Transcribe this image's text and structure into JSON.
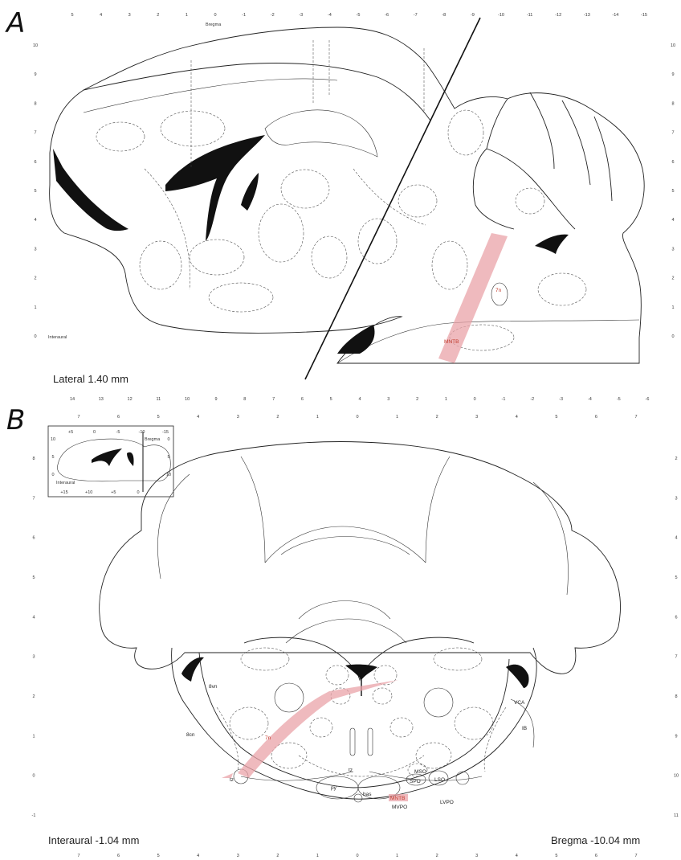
{
  "panel_a": {
    "letter": "A",
    "bregma_label": "Bregma",
    "interaural_label": "Interaural",
    "caption": "Lateral 1.40 mm",
    "top_ticks": [
      "5",
      "4",
      "3",
      "2",
      "1",
      "0",
      "-1",
      "-2",
      "-3",
      "-4",
      "-5",
      "-6",
      "-7",
      "-8",
      "-9",
      "-10",
      "-11",
      "-12",
      "-13",
      "-14",
      "-15"
    ],
    "bottom_ticks": [
      "14",
      "13",
      "12",
      "11",
      "10",
      "9",
      "8",
      "7",
      "6",
      "5",
      "4",
      "3",
      "2",
      "1",
      "0",
      "-1",
      "-2",
      "-3",
      "-4",
      "-5",
      "-6"
    ],
    "left_ticks": [
      "10",
      "9",
      "8",
      "7",
      "6",
      "5",
      "4",
      "3",
      "2",
      "1",
      "0"
    ],
    "right_ticks": [
      "10",
      "9",
      "8",
      "7",
      "6",
      "5",
      "4",
      "3",
      "2",
      "1",
      "0"
    ],
    "labels": {
      "n7": "7n",
      "mntb": "MNTB"
    }
  },
  "panel_b": {
    "letter": "B",
    "caption_left": "Interaural -1.04 mm",
    "caption_right": "Bregma -10.04 mm",
    "top_ticks": [
      "7",
      "6",
      "5",
      "4",
      "3",
      "2",
      "1",
      "0",
      "1",
      "2",
      "3",
      "4",
      "5",
      "6",
      "7"
    ],
    "bottom_ticks": [
      "7",
      "6",
      "5",
      "4",
      "3",
      "2",
      "1",
      "0",
      "1",
      "2",
      "3",
      "4",
      "5",
      "6",
      "7"
    ],
    "left_ticks": [
      "8",
      "7",
      "6",
      "5",
      "4",
      "3",
      "2",
      "1",
      "0",
      "-1"
    ],
    "right_ticks": [
      "2",
      "3",
      "4",
      "5",
      "6",
      "7",
      "8",
      "9",
      "10",
      "11"
    ],
    "inset": {
      "top_ticks": [
        "+5",
        "0",
        "-5",
        "-10",
        "-15"
      ],
      "bottom_ticks": [
        "+15",
        "+10",
        "+5",
        "0"
      ],
      "left_ticks": [
        "10",
        "5",
        "0"
      ],
      "right_ticks": [
        "0",
        "5",
        "10"
      ],
      "bregma": "Bregma",
      "interaural": "Interaural"
    },
    "labels": {
      "vn8": "8vn",
      "cn8": "8cn",
      "n7": "7n",
      "tz_left": "tz",
      "tz_center": "tz",
      "py": "py",
      "bas": "bas",
      "mvpo": "MVPO",
      "mntb": "MNTB",
      "mso": "MSO",
      "spo": "SPO",
      "lso": "LSO",
      "lvpo": "LVPO",
      "vca": "VCA",
      "ib": "IB"
    }
  },
  "colors": {
    "highlight": "#e9a3a8",
    "label_red": "#c0392b",
    "ink": "#111111"
  }
}
